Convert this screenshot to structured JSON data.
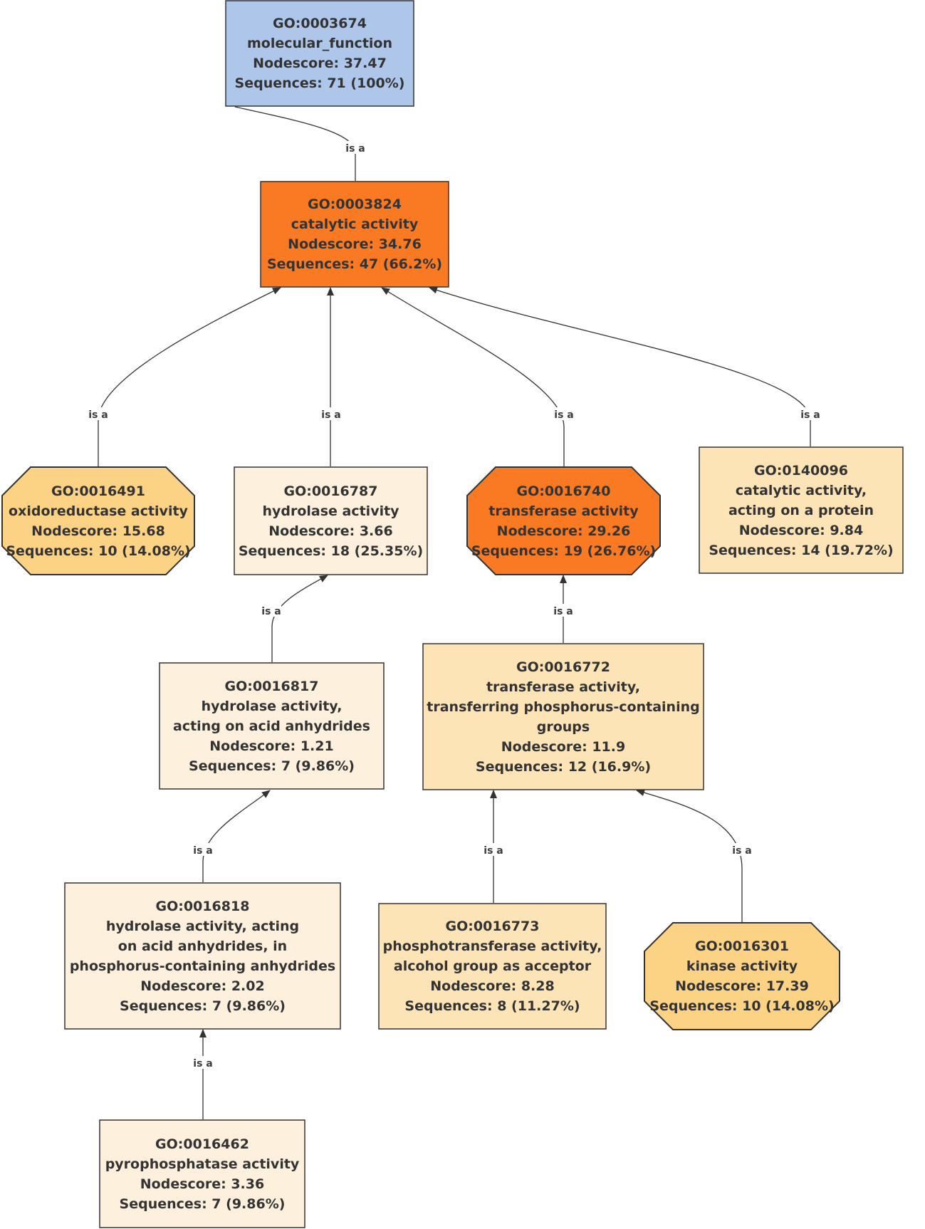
{
  "colors": {
    "root": "#adc6ea",
    "strong": "#f97a22",
    "medium": "#fcd285",
    "light": "#fce4b6",
    "pale": "#fdf1dd",
    "border": "#333333",
    "edge": "#333333"
  },
  "edge_label": "is a",
  "nodes": [
    {
      "id": "n3674",
      "lines": [
        "GO:0003674",
        "molecular_function",
        "Nodescore: 37.47",
        "Sequences: 71 (100%)"
      ],
      "shape": "rect",
      "fill": "root"
    },
    {
      "id": "n3824",
      "lines": [
        "GO:0003824",
        "catalytic activity",
        "Nodescore: 34.76",
        "Sequences: 47 (66.2%)"
      ],
      "shape": "rect",
      "fill": "strong"
    },
    {
      "id": "n16491",
      "lines": [
        "GO:0016491",
        "oxidoreductase activity",
        "Nodescore: 15.68",
        "Sequences: 10 (14.08%)"
      ],
      "shape": "octagon",
      "fill": "medium"
    },
    {
      "id": "n16787",
      "lines": [
        "GO:0016787",
        "hydrolase activity",
        "Nodescore: 3.66",
        "Sequences: 18 (25.35%)"
      ],
      "shape": "rect",
      "fill": "pale"
    },
    {
      "id": "n16740",
      "lines": [
        "GO:0016740",
        "transferase activity",
        "Nodescore: 29.26",
        "Sequences: 19 (26.76%)"
      ],
      "shape": "octagon",
      "fill": "strong"
    },
    {
      "id": "n140096",
      "lines": [
        "GO:0140096",
        "catalytic activity,",
        "acting on a protein",
        "Nodescore: 9.84",
        "Sequences: 14 (19.72%)"
      ],
      "shape": "rect",
      "fill": "light"
    },
    {
      "id": "n16817",
      "lines": [
        "GO:0016817",
        "hydrolase activity,",
        "acting on acid anhydrides",
        "Nodescore: 1.21",
        "Sequences: 7 (9.86%)"
      ],
      "shape": "rect",
      "fill": "pale"
    },
    {
      "id": "n16772",
      "lines": [
        "GO:0016772",
        "transferase activity,",
        "transferring phosphorus-containing",
        "groups",
        "Nodescore: 11.9",
        "Sequences: 12 (16.9%)"
      ],
      "shape": "rect",
      "fill": "light"
    },
    {
      "id": "n16818",
      "lines": [
        "GO:0016818",
        "hydrolase activity, acting",
        "on acid anhydrides, in",
        "phosphorus-containing anhydrides",
        "Nodescore: 2.02",
        "Sequences: 7 (9.86%)"
      ],
      "shape": "rect",
      "fill": "pale"
    },
    {
      "id": "n16773",
      "lines": [
        "GO:0016773",
        "phosphotransferase activity,",
        "alcohol group as acceptor",
        "Nodescore: 8.28",
        "Sequences: 8 (11.27%)"
      ],
      "shape": "rect",
      "fill": "light"
    },
    {
      "id": "n16301",
      "lines": [
        "GO:0016301",
        "kinase activity",
        "Nodescore: 17.39",
        "Sequences: 10 (14.08%)"
      ],
      "shape": "octagon",
      "fill": "medium"
    },
    {
      "id": "n16462",
      "lines": [
        "GO:0016462",
        "pyrophosphatase activity",
        "Nodescore: 3.36",
        "Sequences: 7 (9.86%)"
      ],
      "shape": "rect",
      "fill": "pale"
    }
  ],
  "edges": [
    {
      "from": "n3824",
      "to": "n3674"
    },
    {
      "from": "n16491",
      "to": "n3824"
    },
    {
      "from": "n16787",
      "to": "n3824"
    },
    {
      "from": "n16740",
      "to": "n3824"
    },
    {
      "from": "n140096",
      "to": "n3824"
    },
    {
      "from": "n16817",
      "to": "n16787"
    },
    {
      "from": "n16772",
      "to": "n16740"
    },
    {
      "from": "n16818",
      "to": "n16817"
    },
    {
      "from": "n16773",
      "to": "n16772"
    },
    {
      "from": "n16301",
      "to": "n16772"
    },
    {
      "from": "n16462",
      "to": "n16818"
    }
  ]
}
